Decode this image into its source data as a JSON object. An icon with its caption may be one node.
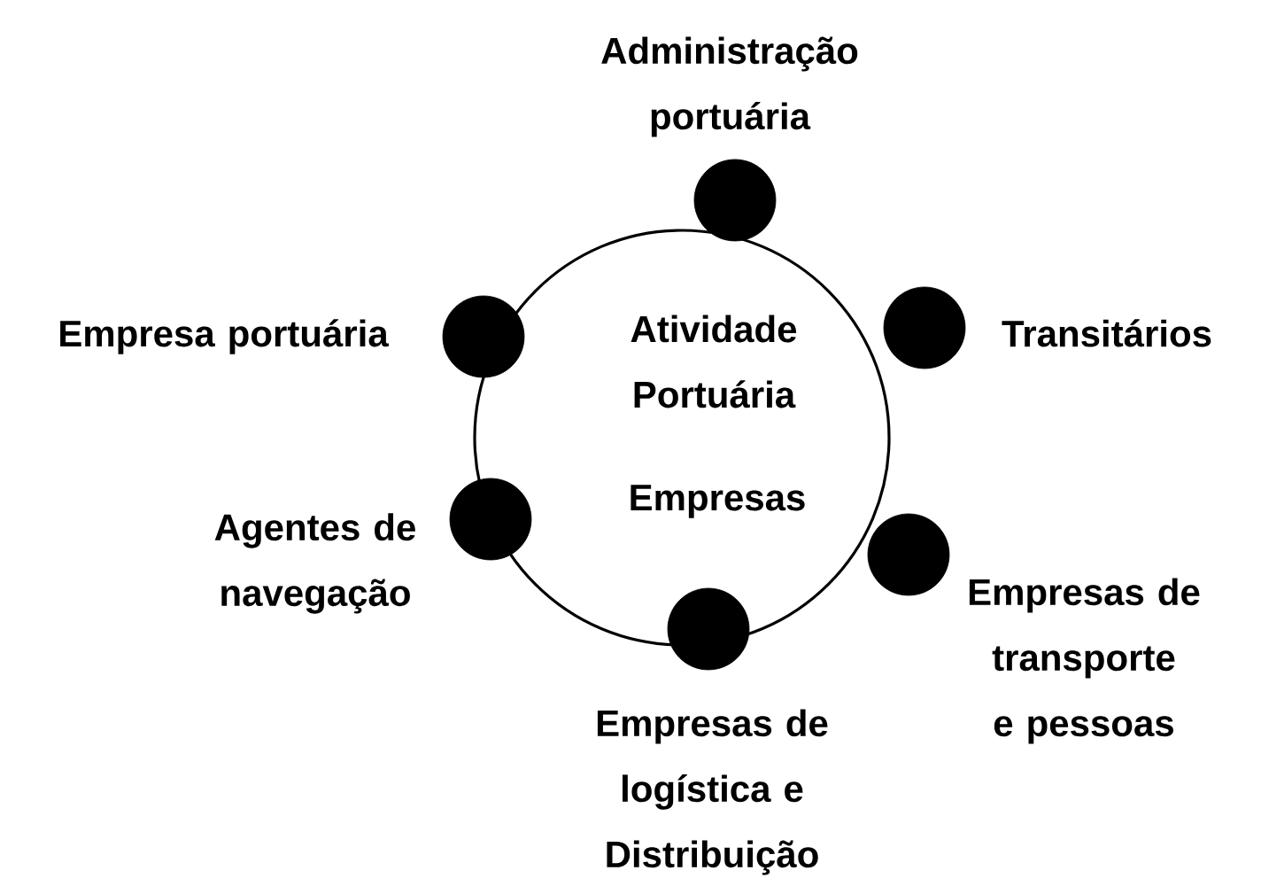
{
  "diagram": {
    "nodes": [
      {
        "text": [
          "Atividade Portuária",
          "Empresas"
        ]
      },
      {
        "text": [],
        "shape": "circle",
        "beside": [
          "Administração portuária"
        ]
      },
      {
        "text": [],
        "shape": "circle",
        "beside": [
          "Empresa portuária"
        ]
      },
      {
        "text": [],
        "shape": "circle",
        "beside": [
          "Transitários"
        ]
      },
      {
        "text": [],
        "shape": "circle",
        "beside": [
          "Agentes de navegação"
        ]
      },
      {
        "text": [],
        "shape": "circle",
        "beside": [
          "Empresas de transporte e pessoas"
        ]
      },
      {
        "text": [],
        "shape": "circle",
        "beside": [
          "Empresas de logística e Distribuição"
        ]
      }
    ]
  }
}
